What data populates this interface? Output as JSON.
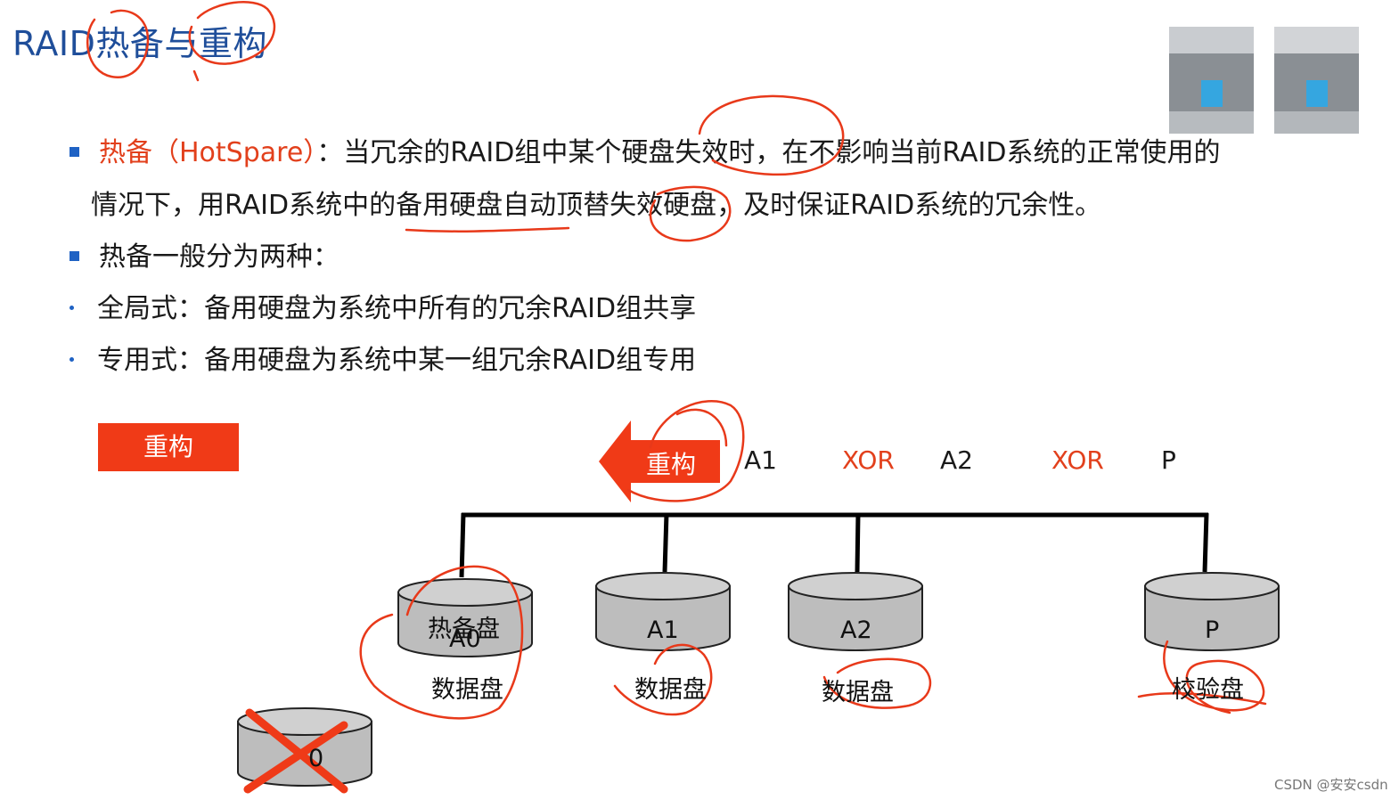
{
  "slide": {
    "title": "RAID热备与重构",
    "bullet1_label": "热备（HotSpare）",
    "bullet1_text": "：当冗余的RAID组中某个硬盘失效时，在不影响当前RAID系统的正常使用的",
    "bullet1_cont": "情况下，用RAID系统中的备用硬盘自动顶替失效硬盘，及时保证RAID系统的冗余性。",
    "bullet2": "热备一般分为两种：",
    "sub1": "全局式：备用硬盘为系统中所有的冗余RAID组共享",
    "sub2": "专用式：备用硬盘为系统中某一组冗余RAID组专用",
    "rebuild_button": "重构"
  },
  "diagram": {
    "arrow_label": "重构",
    "formula": [
      "A1",
      "XOR",
      "A2",
      "XOR",
      "P"
    ],
    "disks": [
      {
        "top": "热备盘",
        "label": "A0",
        "role": "数据盘"
      },
      {
        "label": "A1",
        "role": "数据盘"
      },
      {
        "label": "A2",
        "role": "数据盘"
      },
      {
        "label": "P",
        "role": "校验盘"
      }
    ],
    "failed_disk_label": "0"
  },
  "watermark": "CSDN @安安csdn",
  "colors": {
    "accent": "#e2401c",
    "title": "#1f4e9a",
    "bullet": "#1f62c4",
    "disk": "#bfbfbf",
    "pen": "#e8391a"
  }
}
